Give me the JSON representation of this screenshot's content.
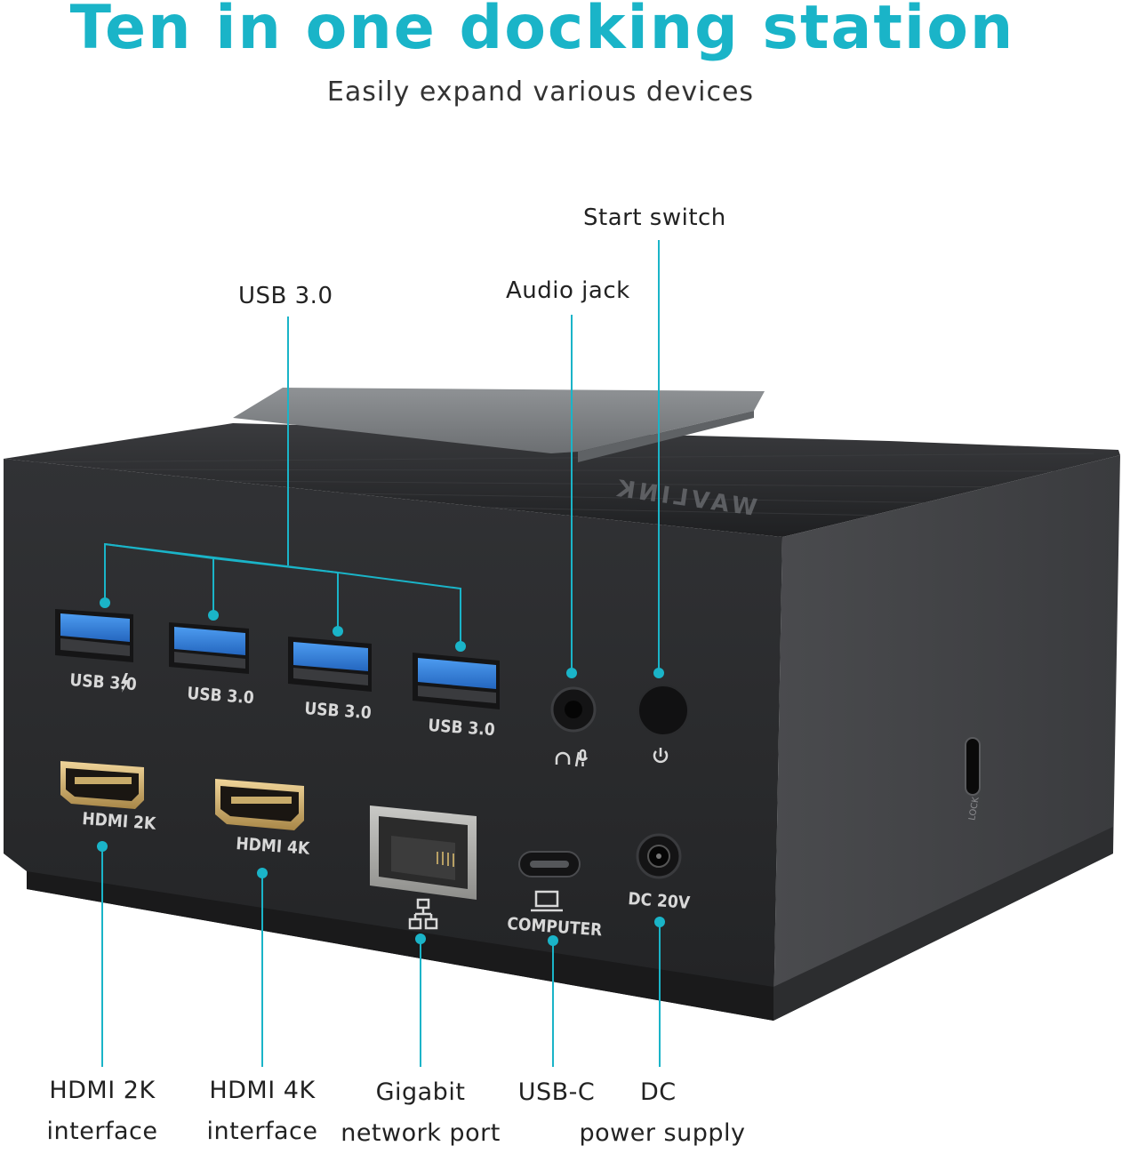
{
  "header": {
    "title": "Ten in one docking station",
    "subtitle": "Easily expand various devices"
  },
  "colors": {
    "accent": "#1ab4c8",
    "device_body": "#2b2c2e",
    "port_blue": "#2f7fd8"
  },
  "brand": "WAVLINK",
  "top_callouts": {
    "usb": "USB 3.0",
    "audio": "Audio jack",
    "start": "Start switch"
  },
  "port_labels": {
    "usb1": "USB 3.0",
    "usb2": "USB 3.0",
    "usb3": "USB 3.0",
    "usb4": "USB 3.0",
    "hdmi2k": "HDMI 2K",
    "hdmi4k": "HDMI 4K",
    "computer": "COMPUTER",
    "dc": "DC 20V",
    "lock": "LOCK"
  },
  "bottom_callouts": {
    "hdmi2k": [
      "HDMI 2K",
      "interface"
    ],
    "hdmi4k": [
      "HDMI 4K",
      "interface"
    ],
    "gigabit": [
      "Gigabit",
      "network port"
    ],
    "usbc": [
      "USB-C"
    ],
    "dc": [
      "DC",
      "power supply"
    ]
  },
  "icons": [
    "charging-bolt-icon",
    "headphone-mic-icon",
    "power-icon",
    "network-icon",
    "laptop-icon"
  ]
}
